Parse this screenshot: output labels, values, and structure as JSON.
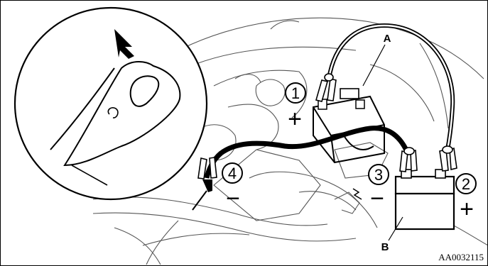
{
  "figure": {
    "label_battery_a": "A",
    "label_battery_b": "B",
    "step_1": "1",
    "step_2": "2",
    "step_3": "3",
    "step_4": "4",
    "sign_plus_a": "+",
    "sign_plus_b": "+",
    "sign_minus_b": "−",
    "sign_minus_engine": "−",
    "image_code": "AA0032115"
  }
}
